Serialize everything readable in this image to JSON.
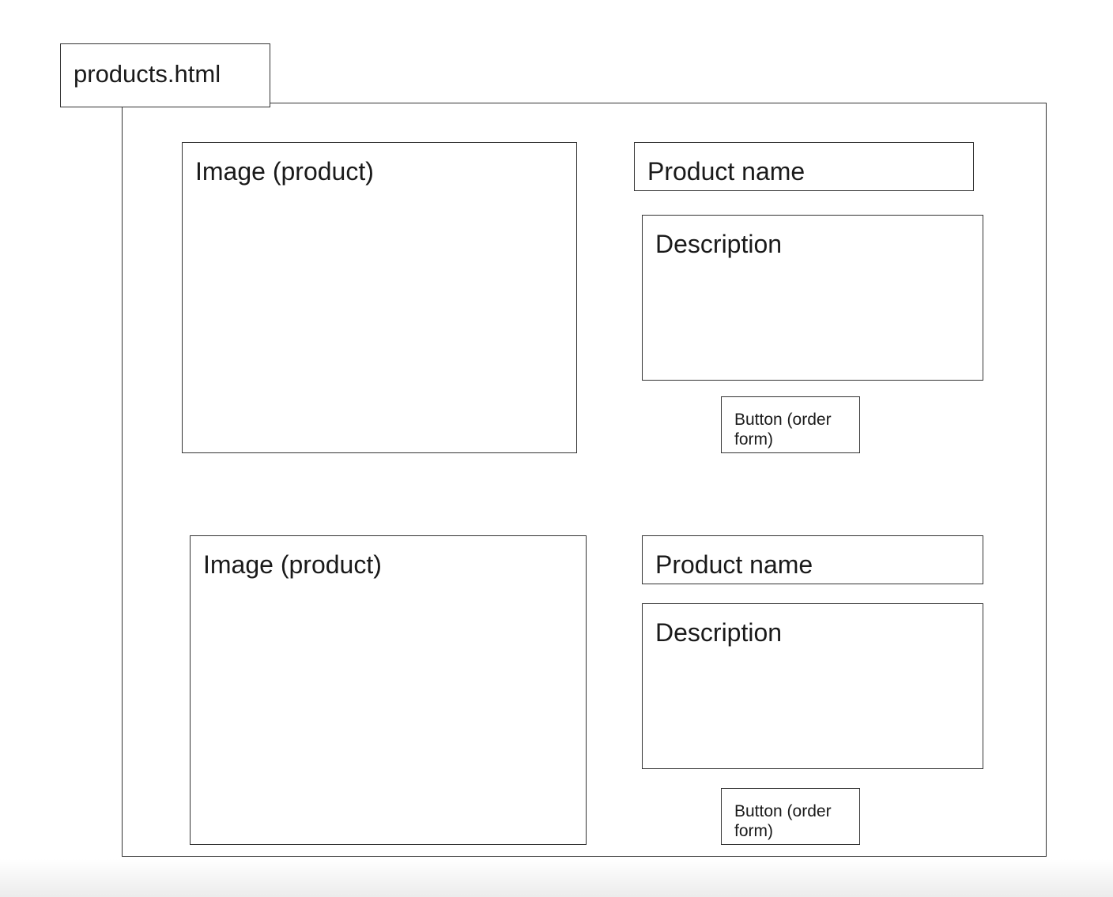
{
  "diagram": {
    "file_label": "products.html",
    "products": [
      {
        "image_label": "Image (product)",
        "name_label": "Product name",
        "description_label": "Description",
        "button_label": "Button (order form)"
      },
      {
        "image_label": "Image (product)",
        "name_label": "Product name",
        "description_label": "Description",
        "button_label": "Button (order form)"
      }
    ]
  }
}
